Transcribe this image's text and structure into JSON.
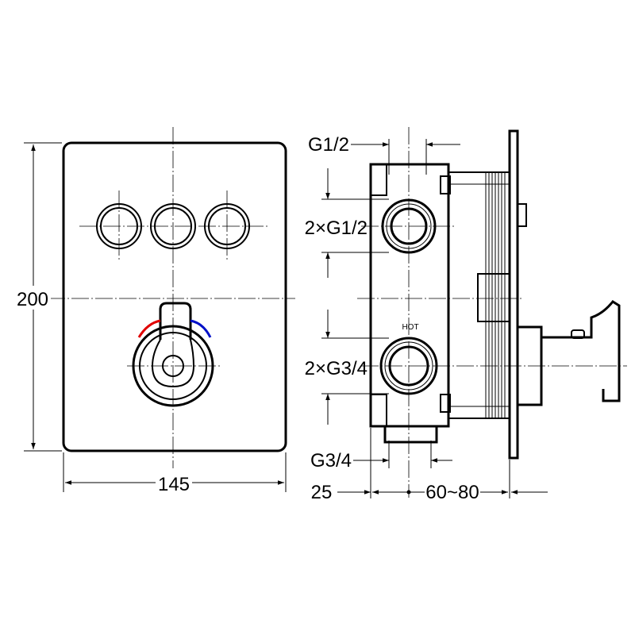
{
  "front_view": {
    "width_label": "145",
    "height_label": "200"
  },
  "side_view": {
    "outlet_top_label": "G1/2",
    "outlets_upper_label": "2×G1/2",
    "inlets_lower_label": "2×G3/4",
    "outlet_bottom_label": "G3/4",
    "depth_body_label": "25",
    "depth_wall_label": "60~80",
    "hot_label": "HOT"
  },
  "colors": {
    "line": "#000000",
    "hot_indicator": "#e00000",
    "cold_indicator": "#0010c8"
  }
}
